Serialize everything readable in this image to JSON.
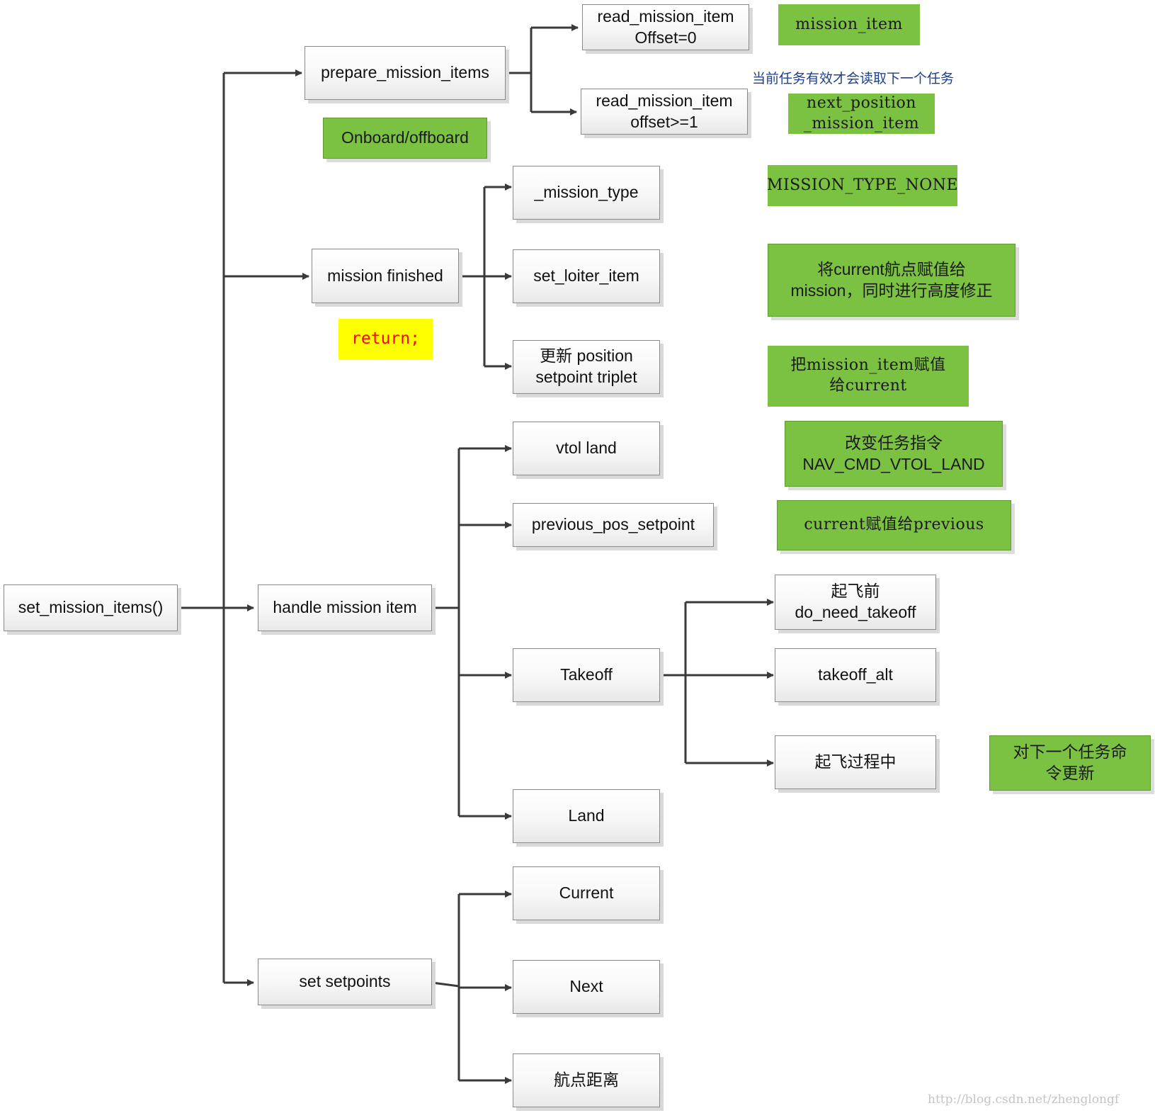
{
  "diagram": {
    "root": "set_mission_items()",
    "branches": {
      "prepare": {
        "label": "prepare_mission_items",
        "children": [
          [
            "read_mission_item",
            "Offset=0"
          ],
          [
            "read_mission_item",
            "offset>=1"
          ]
        ],
        "note": "Onboard/offboard"
      },
      "finished": {
        "label": "mission finished",
        "return": "return;",
        "children": [
          [
            "_mission_type"
          ],
          [
            "set_loiter_item"
          ],
          [
            "更新 position",
            "setpoint triplet"
          ]
        ]
      },
      "handle": {
        "label": "handle mission item",
        "children": [
          [
            "vtol land"
          ],
          [
            "previous_pos_setpoint"
          ],
          [
            "Takeoff"
          ],
          [
            "Land"
          ]
        ],
        "takeoff_children": [
          [
            "起飞前",
            "do_need_takeoff"
          ],
          [
            "takeoff_alt"
          ],
          [
            "起飞过程中"
          ]
        ]
      },
      "setpoints": {
        "label": "set setpoints",
        "children": [
          [
            "Current"
          ],
          [
            "Next"
          ],
          [
            "航点距离"
          ]
        ]
      }
    },
    "annotations": {
      "mission_item": "mission_item",
      "read_next_note": "当前任务有效才会读取下一个任务",
      "next_position": [
        "next_position",
        "_mission_item"
      ],
      "mission_type_none": "MISSION_TYPE_NONE",
      "loiter_note": [
        "将current航点赋值给",
        "mission，同时进行高度修正"
      ],
      "triplet_note": [
        "把mission_item赋值",
        "给current"
      ],
      "vtol_note": [
        "改变任务指令",
        "NAV_CMD_VTOL_LAND"
      ],
      "previous_note": "current赋值给previous",
      "takeoff_note": [
        "对下一个任务命",
        "令更新"
      ]
    },
    "watermark": "http://blog.csdn.net/zhenglongf"
  },
  "colors": {
    "green": "#7cc242",
    "yellow": "#ffff00",
    "return_text": "#ff0000",
    "line": "#3a3a3a",
    "note_text": "#1f3f8f"
  }
}
